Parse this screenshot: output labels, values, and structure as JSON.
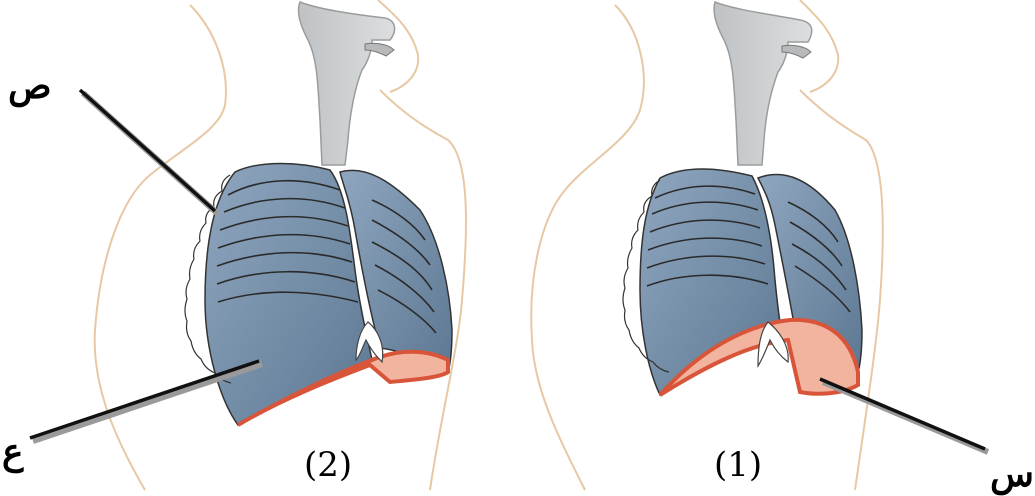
{
  "figures": [
    {
      "number": "(2)"
    },
    {
      "number": "(1)"
    }
  ],
  "labels": {
    "sad": "ص",
    "ain": "ع",
    "seen": "س"
  },
  "colors": {
    "lung": "#6f8ba7",
    "lung_dark": "#5c7591",
    "airway": "#cfd1d2",
    "diaphragm": "#d9553a",
    "diaphragm_fill": "#f2b49e",
    "outline": "#e7c8a5",
    "stroke": "#2a2a2a"
  }
}
